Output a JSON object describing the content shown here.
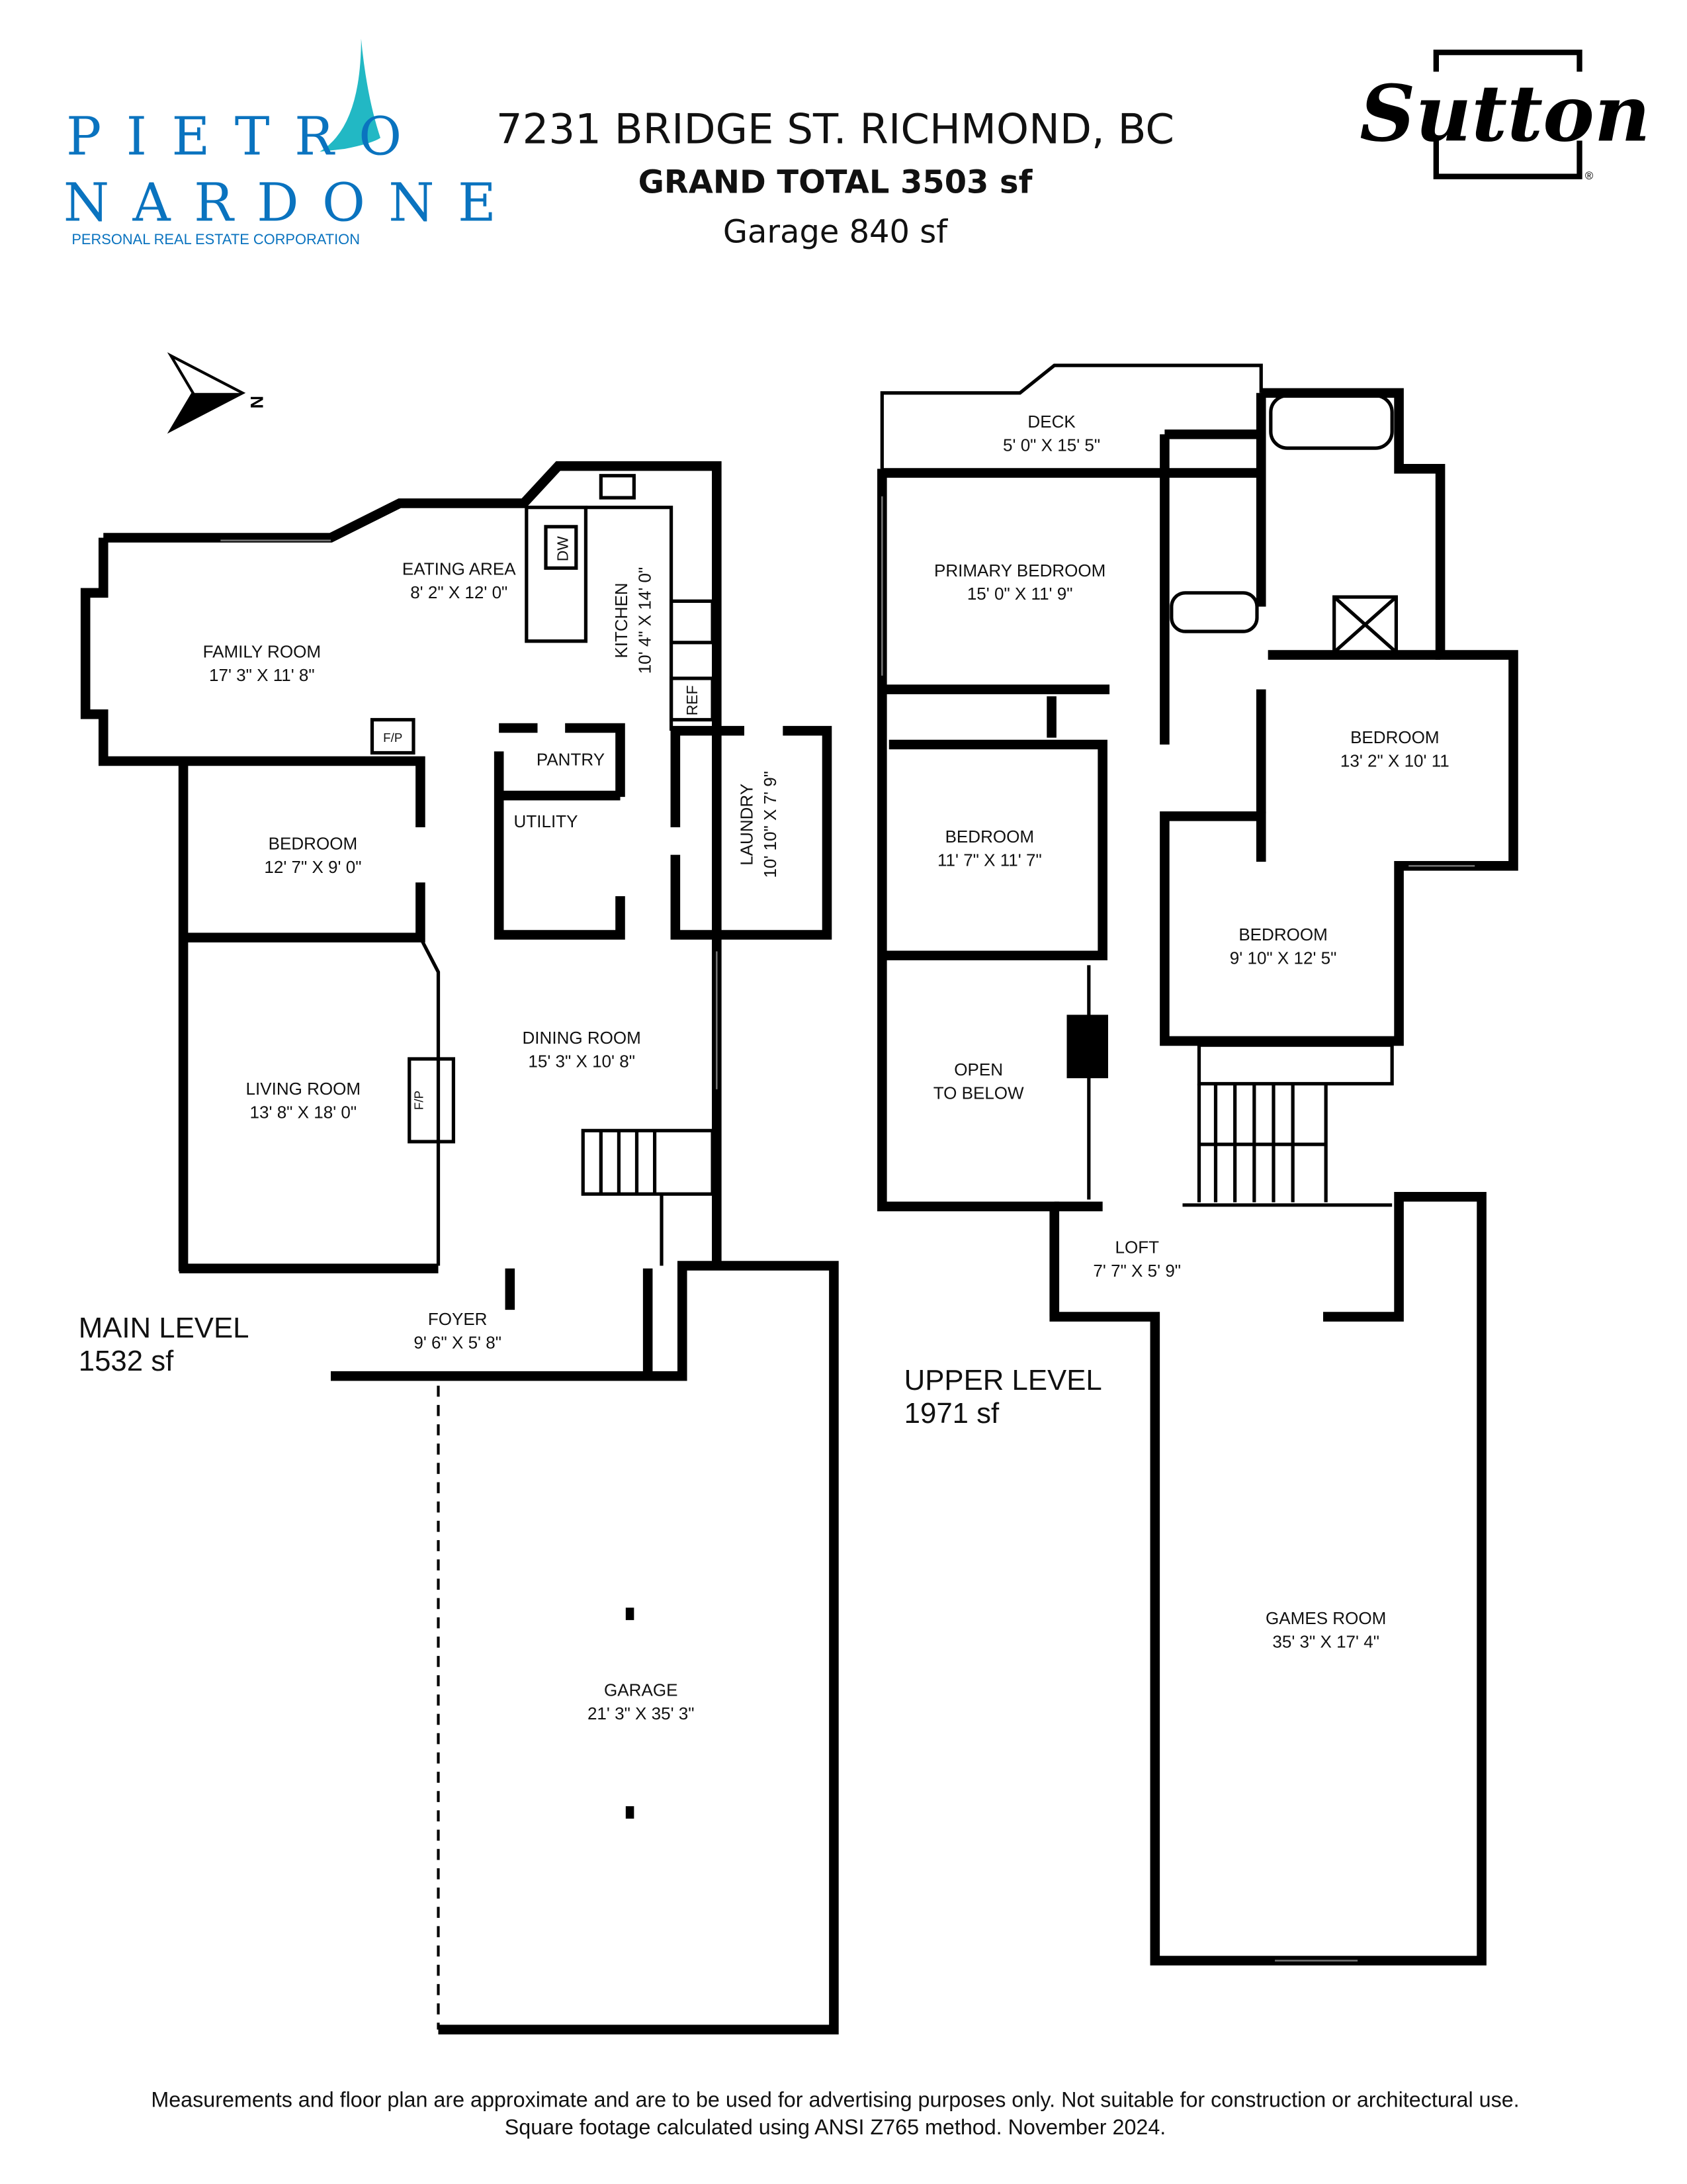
{
  "header": {
    "address": "7231 BRIDGE ST. RICHMOND, BC",
    "grand_total": "GRAND TOTAL  3503 sf",
    "garage_total": "Garage  840 sf"
  },
  "logos": {
    "agent_line1": "PIETRO",
    "agent_line2": "NARDONE",
    "agent_tagline": "PERSONAL REAL ESTATE CORPORATION",
    "brokerage": "Sutton",
    "brand_blue": "#0a73bf",
    "brand_teal": "#22b8c4"
  },
  "compass": {
    "label": "N"
  },
  "main_level": {
    "title": "MAIN LEVEL",
    "area": "1532 sf",
    "rooms": [
      {
        "name": "FAMILY ROOM",
        "dims": "17' 3\" X 11' 8\""
      },
      {
        "name": "EATING AREA",
        "dims": "8' 2\" X 12' 0\""
      },
      {
        "name": "KITCHEN",
        "dims": "10' 4\" X 14' 0\""
      },
      {
        "name": "BEDROOM",
        "dims": "12' 7\" X 9' 0\""
      },
      {
        "name": "PANTRY"
      },
      {
        "name": "UTILITY"
      },
      {
        "name": "LAUNDRY",
        "dims": "10' 10\" X 7' 9\""
      },
      {
        "name": "DINING ROOM",
        "dims": "15' 3\" X 10' 8\""
      },
      {
        "name": "LIVING ROOM",
        "dims": "13' 8\" X 18' 0\""
      },
      {
        "name": "FOYER",
        "dims": "9' 6\" X 5' 8\""
      },
      {
        "name": "GARAGE",
        "dims": "21' 3\" X 35' 3\""
      }
    ],
    "fixtures": {
      "dw": "DW",
      "ref": "REF",
      "fp": "F/P"
    }
  },
  "upper_level": {
    "title": "UPPER LEVEL",
    "area": "1971 sf",
    "rooms": [
      {
        "name": "DECK",
        "dims": "5' 0\" X 15' 5\""
      },
      {
        "name": "PRIMARY BEDROOM",
        "dims": "15' 0\" X 11' 9\""
      },
      {
        "name": "BEDROOM",
        "dims": "11' 7\" X 11' 7\""
      },
      {
        "name": "BEDROOM",
        "dims": "13' 2\" X 10' 11"
      },
      {
        "name": "BEDROOM",
        "dims": "9' 10\" X 12' 5\""
      },
      {
        "name": "OPEN",
        "name2": "TO BELOW"
      },
      {
        "name": "LOFT",
        "dims": "7' 7\" X 5' 9\""
      },
      {
        "name": "GAMES ROOM",
        "dims": "35' 3\" X 17' 4\""
      }
    ]
  },
  "footer": {
    "line1": "Measurements and floor plan are approximate and are to be used for advertising purposes only. Not suitable for construction or architectural use.",
    "line2": "Square footage calculated using ANSI Z765 method. November 2024."
  }
}
